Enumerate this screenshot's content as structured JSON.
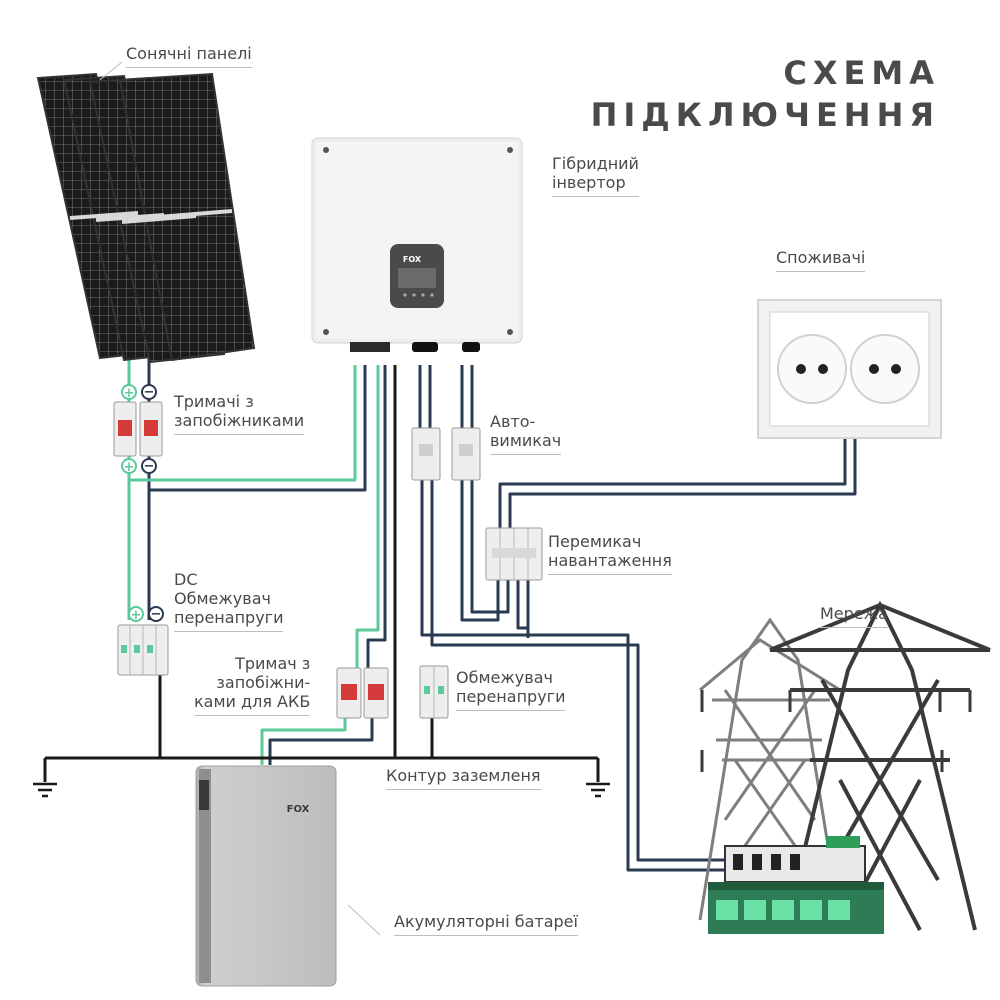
{
  "title": {
    "line1": "СХЕМА",
    "line2": "ПІДКЛЮЧЕННЯ"
  },
  "labels": {
    "solar_panels": "Сонячні панелі",
    "inverter": [
      "Гібридний",
      "інвертор"
    ],
    "consumers": "Споживачі",
    "fuse_holders": [
      "Тримачі з",
      "запобіжниками"
    ],
    "circuit_breaker": [
      "Авто-",
      "вимикач"
    ],
    "load_switch": [
      "Перемикач",
      "навантаження"
    ],
    "grid": "Мережа",
    "dc_surge": [
      "DC",
      "Обмежувач",
      "перенапруги"
    ],
    "battery_fuse": [
      "Тримач з",
      "запобіжни-",
      "ками для АКБ"
    ],
    "surge": [
      "Обмежувач",
      "перенапруги"
    ],
    "ground_loop": "Контур заземленя",
    "batteries": "Акумуляторні батареї"
  },
  "brand": {
    "inverter": "FOX",
    "battery": "FOX"
  },
  "colors": {
    "green": "#5cc99a",
    "navy": "#2a3a52",
    "black": "#1a1a1a",
    "panel": "#151515",
    "grey": "#4a4a4a"
  }
}
